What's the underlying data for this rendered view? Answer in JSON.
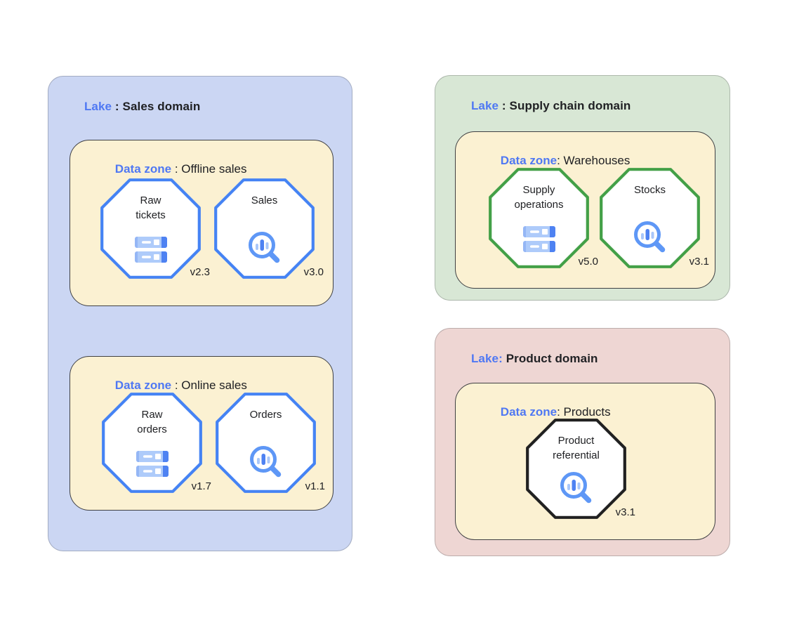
{
  "palette": {
    "accent_text_blue": "#4f78f3",
    "lake_sales_bg": "#cbd6f3",
    "lake_supply_bg": "#d8e7d5",
    "lake_product_bg": "#eed6d3",
    "data_zone_bg": "#fbf1d2",
    "octagon_border_blue": "#4583f4",
    "octagon_border_green": "#43a047",
    "octagon_border_black": "#212121",
    "icon_blue": "#5e97f6",
    "icon_dark_blue": "#4e82f2",
    "icon_light_blue": "#aecbfa",
    "text_black": "#202124"
  },
  "lakes": [
    {
      "label": "Lake",
      "separator": " : ",
      "title": "Sales domain",
      "zones": [
        {
          "label": "Data zone",
          "separator": " : ",
          "title": "Offline sales",
          "assets": [
            {
              "name": "Raw tickets",
              "version": "v2.3",
              "icon": "storage-icon"
            },
            {
              "name": "Sales",
              "version": "v3.0",
              "icon": "search-analytics-icon"
            }
          ]
        },
        {
          "label": "Data zone",
          "separator": " : ",
          "title": "Online sales",
          "assets": [
            {
              "name": "Raw orders",
              "version": "v1.7",
              "icon": "storage-icon"
            },
            {
              "name": "Orders",
              "version": "v1.1",
              "icon": "search-analytics-icon"
            }
          ]
        }
      ]
    },
    {
      "label": "Lake",
      "separator": " : ",
      "title": "Supply chain domain",
      "zones": [
        {
          "label": "Data zone",
          "separator": ": ",
          "title": "Warehouses",
          "assets": [
            {
              "name": "Supply operations",
              "version": "v5.0",
              "icon": "storage-icon"
            },
            {
              "name": "Stocks",
              "version": "v3.1",
              "icon": "search-analytics-icon"
            }
          ]
        }
      ]
    },
    {
      "label": "Lake:",
      "separator": " ",
      "title": "Product domain",
      "zones": [
        {
          "label": "Data zone",
          "separator": ": ",
          "title": "Products",
          "assets": [
            {
              "name": "Product referential",
              "version": "v3.1",
              "icon": "search-analytics-icon"
            }
          ]
        }
      ]
    }
  ]
}
